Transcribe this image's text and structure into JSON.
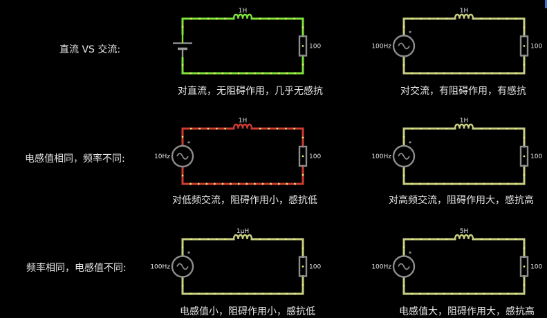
{
  "colors": {
    "wire_dc": "#7fe33a",
    "wire_low_freq": "#cf3b32",
    "wire_normal": "#c9cf82",
    "dot": "#eef37a",
    "component": "#8d8d8d",
    "battery": "#9a9a9a",
    "text": "#e6e6e6",
    "scrollbar": "#3a6fd8"
  },
  "rows": [
    {
      "label": "直流 VS 交流:"
    },
    {
      "label": "电感值相同，频率不同:"
    },
    {
      "label": "频率相同，电感值不同:"
    }
  ],
  "circuits": [
    {
      "id": "dc",
      "source": "battery",
      "source_label": "",
      "inductor_label": "1H",
      "resistor_label": "100",
      "wire": "dc",
      "caption": "对直流，无阻碍作用，几乎无感抗"
    },
    {
      "id": "ac",
      "source": "ac",
      "source_label": "100Hz",
      "inductor_label": "1H",
      "resistor_label": "100",
      "wire": "normal",
      "caption": "对交流，有阻碍作用，有感抗"
    },
    {
      "id": "low-freq",
      "source": "ac",
      "source_label": "10Hz",
      "inductor_label": "1H",
      "resistor_label": "100",
      "wire": "low_freq",
      "caption": "对低频交流，阻碍作用小，感抗低"
    },
    {
      "id": "high-freq",
      "source": "ac",
      "source_label": "100Hz",
      "inductor_label": "1H",
      "resistor_label": "100",
      "wire": "normal",
      "caption": "对高频交流，阻碍作用大，感抗高"
    },
    {
      "id": "small-l",
      "source": "ac",
      "source_label": "100Hz",
      "inductor_label": "1μH",
      "resistor_label": "100",
      "wire": "normal",
      "caption": "电感值小，阻碍作用小，感抗低"
    },
    {
      "id": "large-l",
      "source": "ac",
      "source_label": "100Hz",
      "inductor_label": "5H",
      "resistor_label": "100",
      "wire": "normal",
      "caption": "电感值大，阻碍作用大，感抗高"
    }
  ]
}
